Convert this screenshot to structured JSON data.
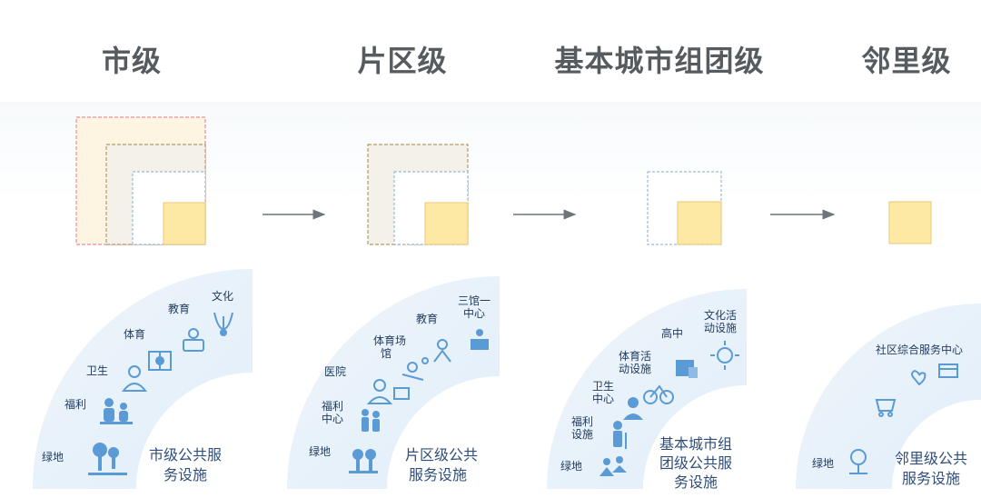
{
  "levels": [
    {
      "title": "市级"
    },
    {
      "title": "片区级"
    },
    {
      "title": "基本城市组团级"
    },
    {
      "title": "邻里级"
    }
  ],
  "colors": {
    "square_fill": "#fde9a3",
    "square_stroke": "#e9c77a",
    "outer_fill": "#fdf5e2",
    "outer_stroke": "#e88e9a",
    "mid_fill": "#f4f1e8",
    "mid_stroke": "#b49a6a",
    "inner_stroke": "#9ab8df",
    "arrow": "#6f767b",
    "fan": "#e7f1fa",
    "icon": "#5b9bd5",
    "text": "#1e3a5f"
  },
  "panels": [
    {
      "facility_name_l1": "市级公共服",
      "facility_name_l2": "务设施",
      "items": [
        {
          "label": "绿地"
        },
        {
          "label": "福利"
        },
        {
          "label": "卫生"
        },
        {
          "label": "体育"
        },
        {
          "label": "教育"
        },
        {
          "label": "文化"
        }
      ]
    },
    {
      "facility_name_l1": "片区级公共",
      "facility_name_l2": "服务设施",
      "items": [
        {
          "label": "绿地"
        },
        {
          "label": "福利",
          "label2": "中心"
        },
        {
          "label": "医院"
        },
        {
          "label": "体育场",
          "label2": "馆"
        },
        {
          "label": "教育"
        },
        {
          "label": "三馆一",
          "label2": "中心"
        }
      ]
    },
    {
      "facility_name_l1": "基本城市组",
      "facility_name_l2": "团级公共服",
      "facility_name_l3": "务设施",
      "items": [
        {
          "label": "绿地"
        },
        {
          "label": "福利",
          "label2": "设施"
        },
        {
          "label": "卫生",
          "label2": "中心"
        },
        {
          "label": "体育活",
          "label2": "动设施"
        },
        {
          "label": "高中"
        },
        {
          "label": "文化活",
          "label2": "动设施"
        }
      ]
    },
    {
      "facility_name_l1": "邻里级公共",
      "facility_name_l2": "服务设施",
      "items": [
        {
          "label": "绿地"
        },
        {
          "label": "社区综合服务中心"
        }
      ]
    }
  ]
}
